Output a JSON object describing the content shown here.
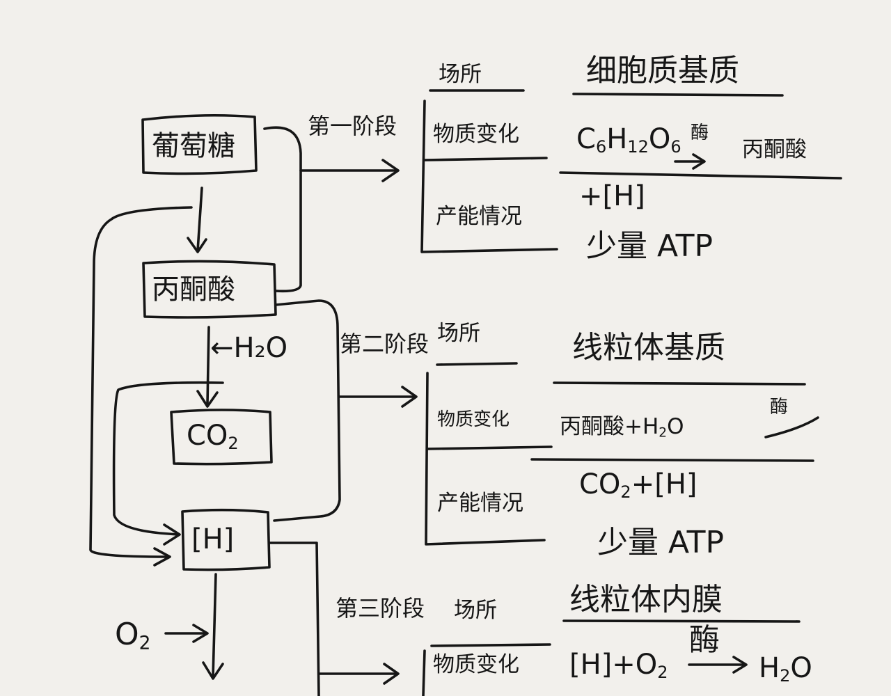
{
  "nodes": {
    "glucose": "葡萄糖",
    "pyruvate": "丙酮酸",
    "water_in": "←H₂O",
    "co2_c": "CO",
    "co2_sub": "2",
    "nadh": "[H]",
    "o2_c": "O",
    "o2_sub": "2"
  },
  "stage1": {
    "title": "第一阶段",
    "site_label": "场所",
    "site": "细胞质基质",
    "change_label": "物质变化",
    "eq_c6": "C",
    "eq_c6s": "6",
    "eq_h": "H",
    "eq_hs": "12",
    "eq_o": "O",
    "eq_os": "6",
    "enzyme": "酶",
    "product": "丙酮酸",
    "product2": "+[H]",
    "energy_label": "产能情况",
    "energy": "少量 ATP"
  },
  "stage2": {
    "title": "第二阶段",
    "site_label": "场所",
    "site": "线粒体基质",
    "change_label": "物质变化",
    "eq_left": "丙酮酸+H",
    "eq_left_sub": "2",
    "eq_left_o": "O",
    "enzyme": "酶",
    "eq_right_c": "CO",
    "eq_right_sub": "2",
    "eq_right_rest": "+[H]",
    "energy_label": "产能情况",
    "energy": "少量 ATP"
  },
  "stage3": {
    "title": "第三阶段",
    "site_label": "场所",
    "site": "线粒体内膜",
    "change_label": "物质变化",
    "eq_left": "[H]+O",
    "eq_left_sub": "2",
    "enzyme": "酶",
    "eq_right": "H",
    "eq_right_sub": "2",
    "eq_right_o": "O"
  }
}
